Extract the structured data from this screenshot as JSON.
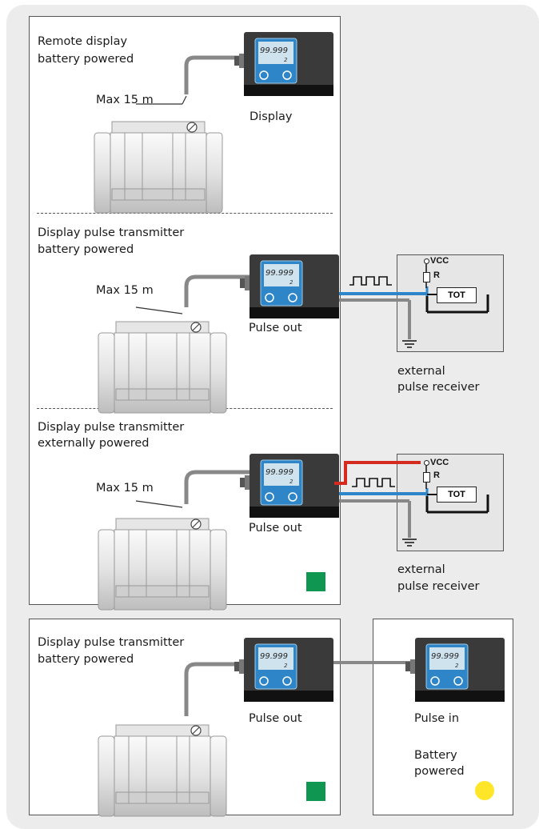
{
  "sections": [
    {
      "title_line1": "Remote display",
      "title_line2": "battery powered",
      "cable_label": "Max 15 m",
      "device_label": "Display"
    },
    {
      "title_line1": "Display pulse transmitter",
      "title_line2": "battery powered",
      "cable_label": "Max 15 m",
      "device_label": "Pulse out",
      "receiver_label_line1": "external",
      "receiver_label_line2": "pulse receiver"
    },
    {
      "title_line1": "Display pulse transmitter",
      "title_line2": "externally powered",
      "cable_label": "Max 15 m",
      "device_label": "Pulse out",
      "receiver_label_line1": "external",
      "receiver_label_line2": "pulse receiver"
    },
    {
      "title_line1": "Display pulse transmitter",
      "title_line2": "battery powered",
      "device_label": "Pulse out"
    }
  ],
  "secondary_display": {
    "label": "Pulse in",
    "power_line1": "Battery",
    "power_line2": "powered"
  },
  "receiver": {
    "vcc": "VCC",
    "r": "R",
    "tot": "TOT"
  },
  "display_reading": {
    "main": "99.999",
    "sub": "2"
  },
  "colors": {
    "background": "#ececec",
    "indicator_green": "#0f9650",
    "indicator_yellow": "#ffe629",
    "signal_blue": "#2e86c8",
    "power_red": "#d42a1f",
    "cable_grey": "#8a8a8a",
    "ground_black": "#111111"
  }
}
